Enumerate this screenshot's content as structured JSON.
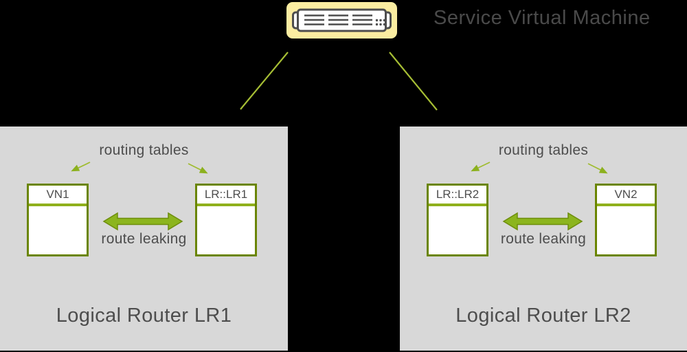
{
  "header": {
    "title": "Service Virtual Machine"
  },
  "icons": {
    "server": "rack-server-icon"
  },
  "colors": {
    "background": "#000000",
    "panel_gray": "#d8d8d8",
    "server_bg_yellow": "#fbeda1",
    "table_border_green": "#6a8500",
    "table_separator_green": "#8fb01c",
    "double_arrow_green": "#8cb51e",
    "connector_line_green": "#a6be34",
    "text_dark": "#4d4d4d"
  },
  "routers": [
    {
      "id": "LR1",
      "name": "Logical Router LR1",
      "routing_tables_label": "routing tables",
      "route_leaking_label": "route leaking",
      "tables": [
        {
          "label": "VN1"
        },
        {
          "label": "LR::LR1"
        }
      ]
    },
    {
      "id": "LR2",
      "name": "Logical Router LR2",
      "routing_tables_label": "routing tables",
      "route_leaking_label": "route leaking",
      "tables": [
        {
          "label": "LR::LR2"
        },
        {
          "label": "VN2"
        }
      ]
    }
  ]
}
